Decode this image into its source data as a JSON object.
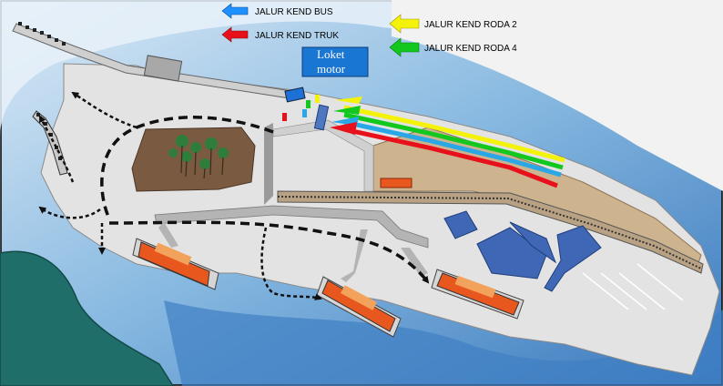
{
  "legend": {
    "bus": {
      "label": "JALUR KEND BUS",
      "color": "#1e90ff"
    },
    "truk": {
      "label": "JALUR KEND TRUK",
      "color": "#e8101a"
    },
    "roda2": {
      "label": "JALUR KEND RODA  2",
      "color": "#f5f20a"
    },
    "roda4": {
      "label": "JALUR KEND RODA  4",
      "color": "#12c81e"
    }
  },
  "loket": {
    "line1": "Loket",
    "line2": "motor",
    "color": "#1976d2"
  },
  "colors": {
    "sea_light": "#bcd9ee",
    "sea_mid": "#6fa8d9",
    "sea_deep": "#2f6fb5",
    "land_dark": "#1f6e6a",
    "pier": "#e6e6e6",
    "sand": "#cdb48e",
    "forest": "#7a5b42",
    "building": "#3f67b5",
    "route": "#111111",
    "lane_bus": "#2aa7e6",
    "lane_truk": "#e8101a",
    "lane_roda2": "#f5f20a",
    "lane_roda4": "#12c81e",
    "parking_red": "#e8571d"
  },
  "icons": [
    "arrow-left-icon",
    "ferry-icon",
    "tree-icon",
    "building-icon"
  ]
}
